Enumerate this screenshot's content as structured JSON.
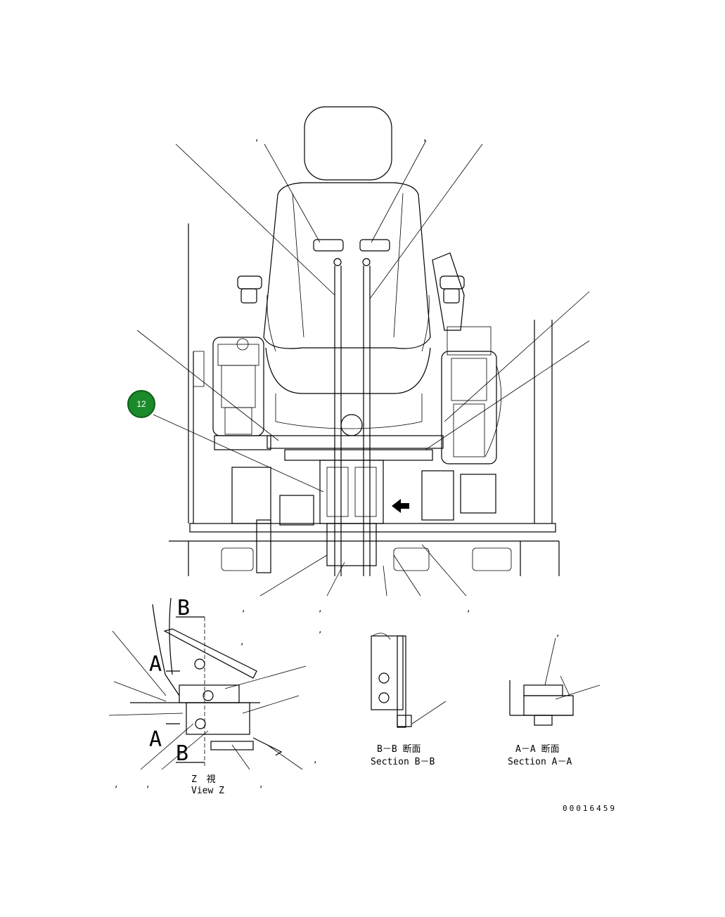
{
  "callout": {
    "number": "12",
    "color": "#1a8a2a"
  },
  "views": {
    "view_z": {
      "label_jp": "Z 視",
      "label_en": "View Z"
    },
    "section_bb": {
      "label_jp": "B－B 断面",
      "label_en": "Section B－B"
    },
    "section_aa": {
      "label_jp": "A－A 断面",
      "label_en": "Section A－A"
    }
  },
  "section_markers": {
    "b_top": "B",
    "a_top": "A",
    "a_bottom": "A",
    "b_bottom": "B"
  },
  "drawing_number": "00016459",
  "commas": [
    ",",
    ",",
    ",",
    ",",
    ",",
    ",",
    ",",
    ",",
    ",",
    ",",
    ",",
    ","
  ]
}
